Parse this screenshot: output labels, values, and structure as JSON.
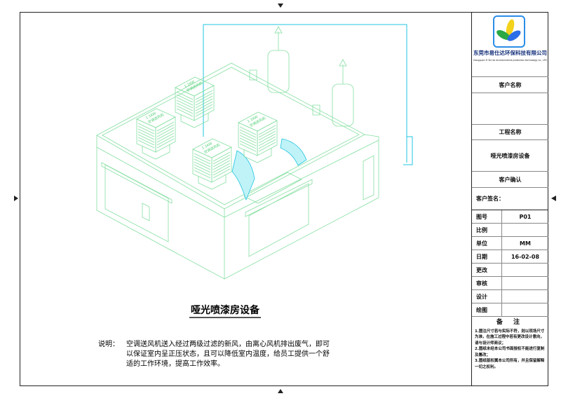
{
  "drawing": {
    "unit_label_kw": "1.1KW",
    "unit_label_name": "空调送风机",
    "title": "哑光喷漆房设备",
    "description_label": "说明：",
    "description": "空调送风机送入经过两级过滤的新风，由离心风机排出废气，即可以保证室内呈正压状态，且可以降低室内温度，给员工提供一个舒适的工作环境，提高工作效率。"
  },
  "title_block": {
    "company_cn": "东莞市易仕达环保科技有限公司",
    "company_en": "Dongguan Yi Shi da environmental protection technology co., LTD",
    "customer_name_label": "客户名称",
    "customer_name_value": "",
    "project_name_label": "工程名称",
    "project_name_value": "哑光喷漆房设备",
    "customer_confirm_label": "客户确认",
    "customer_signature_label": "客户签名：",
    "fields": [
      {
        "label": "图号",
        "value": "P01"
      },
      {
        "label": "比例",
        "value": ""
      },
      {
        "label": "单位",
        "value": "MM"
      },
      {
        "label": "日期",
        "value": "16-02-08"
      },
      {
        "label": "更改",
        "value": ""
      },
      {
        "label": "审核",
        "value": ""
      },
      {
        "label": "设计",
        "value": ""
      },
      {
        "label": "绘图",
        "value": ""
      }
    ],
    "notes_title": "备 注",
    "notes": [
      "1.图注尺寸若与实际不符，则以现场尺寸为准，在施工过程中若有更改设计意向，请与设计师商议；",
      "2.图纸未经本公司书面授权不能进行复制及篡改；",
      "3.图纸版权属本公司所有，并且保留解释一切之权利。"
    ]
  },
  "colors": {
    "line": "#86dfa2",
    "duct": "#22c4e0",
    "logo_border": "#2a8ee8"
  }
}
